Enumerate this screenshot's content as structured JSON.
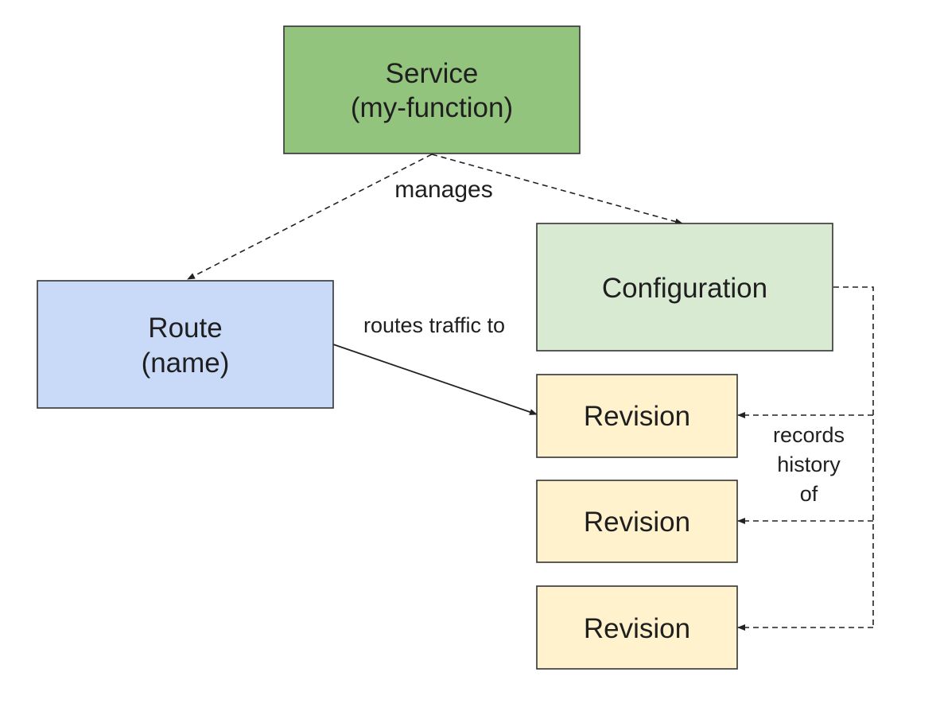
{
  "nodes": {
    "service": {
      "lines": [
        "Service",
        "(my-function)"
      ],
      "fill": "#93c47d"
    },
    "route": {
      "lines": [
        "Route",
        "(name)"
      ],
      "fill": "#c9daf8"
    },
    "configuration": {
      "lines": [
        "Configuration"
      ],
      "fill": "#d9ead3"
    },
    "revisions": [
      {
        "label": "Revision",
        "fill": "#fff2cc"
      },
      {
        "label": "Revision",
        "fill": "#fff2cc"
      },
      {
        "label": "Revision",
        "fill": "#fff2cc"
      }
    ]
  },
  "edges": {
    "manages": {
      "label": "manages",
      "style": "dashed"
    },
    "routes_traffic": {
      "label": "routes traffic to",
      "style": "solid"
    },
    "records_history": {
      "lines": [
        "records",
        "history",
        "of"
      ],
      "style": "dashed"
    }
  }
}
